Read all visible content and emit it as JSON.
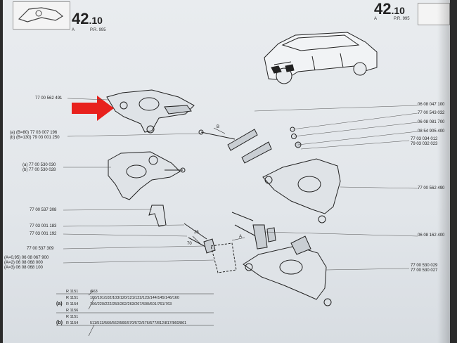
{
  "header": {
    "left_page": "42",
    "left_page_suffix": ".10",
    "left_sub_a": "A",
    "left_sub_pr": "P.R. 995",
    "right_page": "42",
    "right_page_suffix": ".10",
    "right_sub_a": "A",
    "right_sub_pr": "P.R. 995"
  },
  "parts_left": {
    "p1": "77 00 562 491",
    "p2a": "(a) (B=80)  77 03 007 196",
    "p2b": "(b) (B=130) 79 03 001 250",
    "p3a": "(a) 77 00 530 030",
    "p3b": "(b) 77 00 530 028",
    "p4": "77 00 537 308",
    "p5": "77 03 001 183",
    "p6": "77 03 001 192",
    "p7": "77 00 537 309",
    "p8a": "(A=0,95) 06 08 067 900",
    "p8b": "(A=2)    06 08 068 000",
    "p8c": "(A=3)    06 08 068 100"
  },
  "parts_right": {
    "r1": "06 08 047 100",
    "r2": "77 00 543 032",
    "r3": "06 08 081 700",
    "r4": "08 54 905 400",
    "r5a": "77 03 034 012",
    "r5b": "79 03 032 023",
    "r6": "77 00 562 490",
    "r7": "06 08 162 400",
    "r8a": "77 00 530 029",
    "r8b": "77 00 530 027"
  },
  "dims": {
    "b_label": "B",
    "a_label": "A",
    "d25": "25",
    "d70": "70"
  },
  "table": {
    "rows": [
      {
        "flag": "",
        "model": "R 1151",
        "values": "/663"
      },
      {
        "flag": "",
        "model": "R 1151",
        "values": "100/101/102/103/120/121/122/123/144/145/146/160"
      },
      {
        "flag": "(a)",
        "model": "R 1154",
        "values": "166/220/222/250/262/263/267/600/601/761/763"
      },
      {
        "flag": "",
        "model": "R 1156",
        "values": ""
      },
      {
        "flag": "",
        "model": "R 1151",
        "values": ""
      },
      {
        "flag": "(b)",
        "model": "R 1154",
        "values": "511/513/560/562/566/570/572/576/577/812/817/860/861"
      }
    ]
  },
  "colors": {
    "arrow": "#e8211d",
    "ink": "#222222",
    "paper": "#e6e9ec"
  }
}
